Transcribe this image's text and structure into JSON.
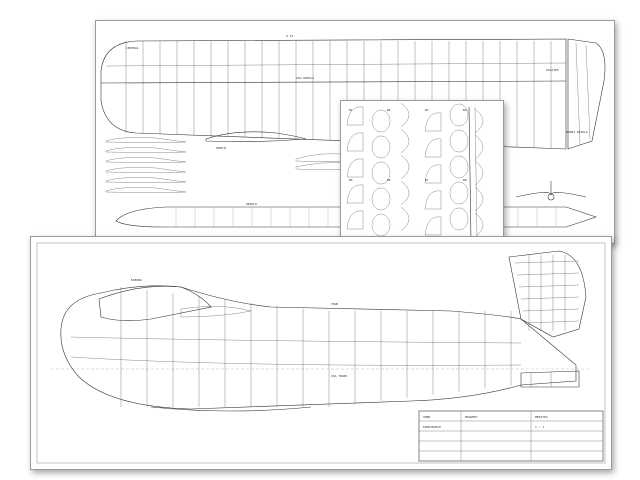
{
  "plans": {
    "wing_sheet": {
      "labels": [
        "CENTRAL",
        "Z 13",
        "OSA KRIDLA",
        "ZACATEK",
        "KRIDLO",
        "ZADNI KRIDLA",
        "PROFIL"
      ]
    },
    "parts_sheet": {
      "labels": [
        "B1",
        "B2",
        "B3",
        "B4",
        "B5",
        "B6",
        "B7",
        "B8"
      ]
    },
    "fuselage_sheet": {
      "labels": [
        "KABINA",
        "TRUP",
        "KONSTRUKCE",
        "MOGUMEY",
        "SMER",
        "OSA TRUPU",
        "MERITKO",
        "1 : 1"
      ]
    }
  }
}
